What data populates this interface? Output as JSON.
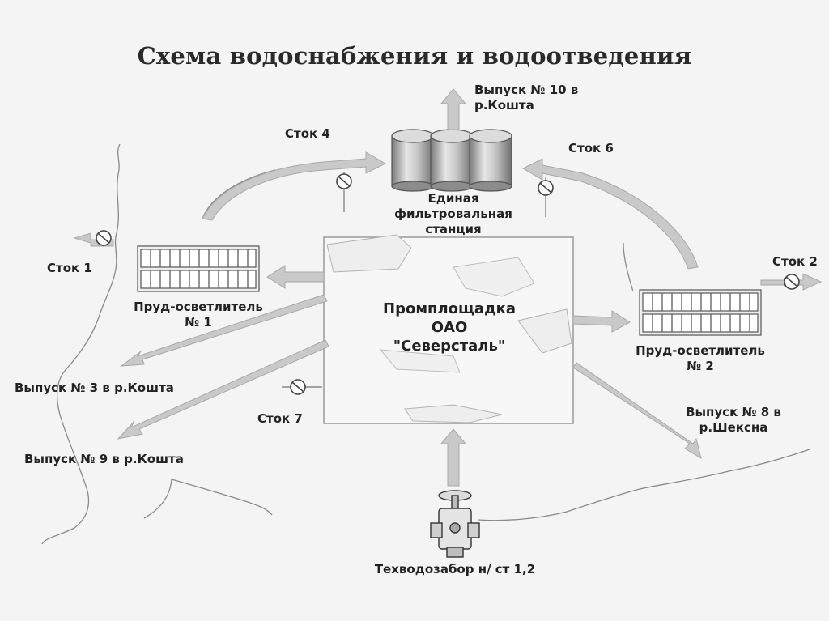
{
  "title": "Схема водоснабжения и водоотведения",
  "nodes": {
    "plant": [
      "Промплощадка",
      "ОАО",
      "\"Северсталь\""
    ],
    "filter_station": [
      "Единая",
      "фильтровальная",
      "станция"
    ],
    "pond1": [
      "Пруд-осветлитель",
      "№ 1"
    ],
    "pond2": [
      "Пруд-осветлитель",
      "№ 2"
    ],
    "intake": "Техводозабор н/ ст 1,2"
  },
  "flows": {
    "outlet10": [
      "Выпуск № 10 в",
      "р.Кошта"
    ],
    "outlet3": "Выпуск № 3 в р.Кошта",
    "outlet9": "Выпуск № 9 в р.Кошта",
    "outlet8": [
      "Выпуск № 8 в",
      "р.Шексна"
    ],
    "drain1": "Сток 1",
    "drain2": "Сток 2",
    "drain4": "Сток 4",
    "drain6": "Сток 6",
    "drain7": "Сток 7"
  }
}
